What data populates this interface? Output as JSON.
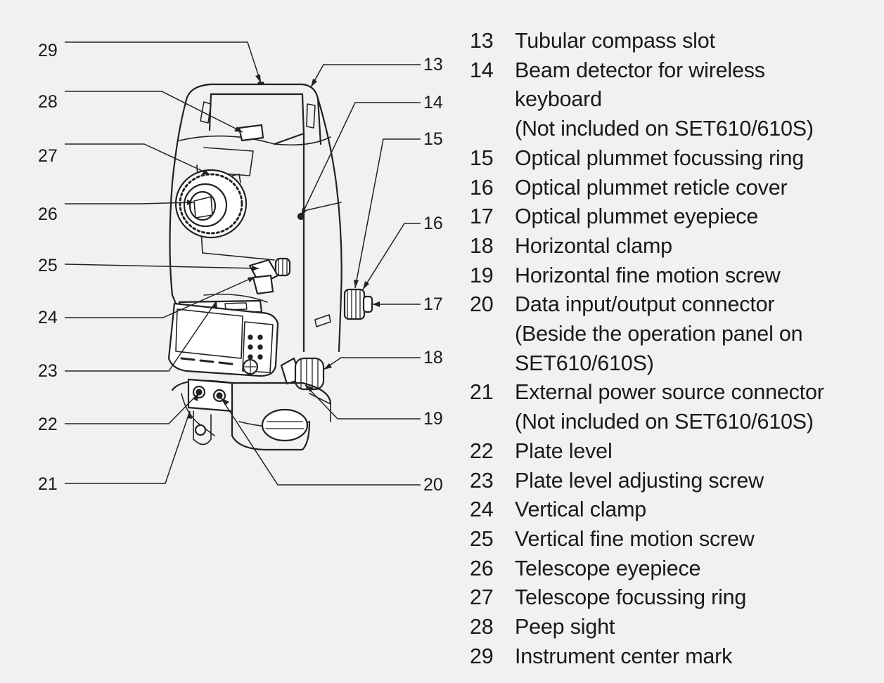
{
  "diagram": {
    "callout_numbers": [
      "29",
      "28",
      "27",
      "26",
      "25",
      "24",
      "23",
      "22",
      "21",
      "13",
      "14",
      "15",
      "16",
      "17",
      "18",
      "19",
      "20"
    ],
    "legend": [
      {
        "num": "13",
        "lines": [
          "Tubular compass slot"
        ]
      },
      {
        "num": "14",
        "lines": [
          "Beam detector for wireless",
          "keyboard",
          "(Not included on SET610/610S)"
        ]
      },
      {
        "num": "15",
        "lines": [
          "Optical plummet focussing ring"
        ]
      },
      {
        "num": "16",
        "lines": [
          "Optical plummet reticle cover"
        ]
      },
      {
        "num": "17",
        "lines": [
          "Optical plummet eyepiece"
        ]
      },
      {
        "num": "18",
        "lines": [
          "Horizontal clamp"
        ]
      },
      {
        "num": "19",
        "lines": [
          "Horizontal fine motion screw"
        ]
      },
      {
        "num": "20",
        "lines": [
          "Data input/output connector",
          "(Beside the operation panel on",
          "SET610/610S)"
        ]
      },
      {
        "num": "21",
        "lines": [
          "External power source connector",
          "(Not included on SET610/610S)"
        ]
      },
      {
        "num": "22",
        "lines": [
          "Plate level"
        ]
      },
      {
        "num": "23",
        "lines": [
          "Plate level adjusting screw"
        ]
      },
      {
        "num": "24",
        "lines": [
          "Vertical clamp"
        ]
      },
      {
        "num": "25",
        "lines": [
          "Vertical fine motion screw"
        ]
      },
      {
        "num": "26",
        "lines": [
          "Telescope eyepiece"
        ]
      },
      {
        "num": "27",
        "lines": [
          "Telescope focussing ring"
        ]
      },
      {
        "num": "28",
        "lines": [
          "Peep sight"
        ]
      },
      {
        "num": "29",
        "lines": [
          "Instrument center mark"
        ]
      }
    ]
  }
}
